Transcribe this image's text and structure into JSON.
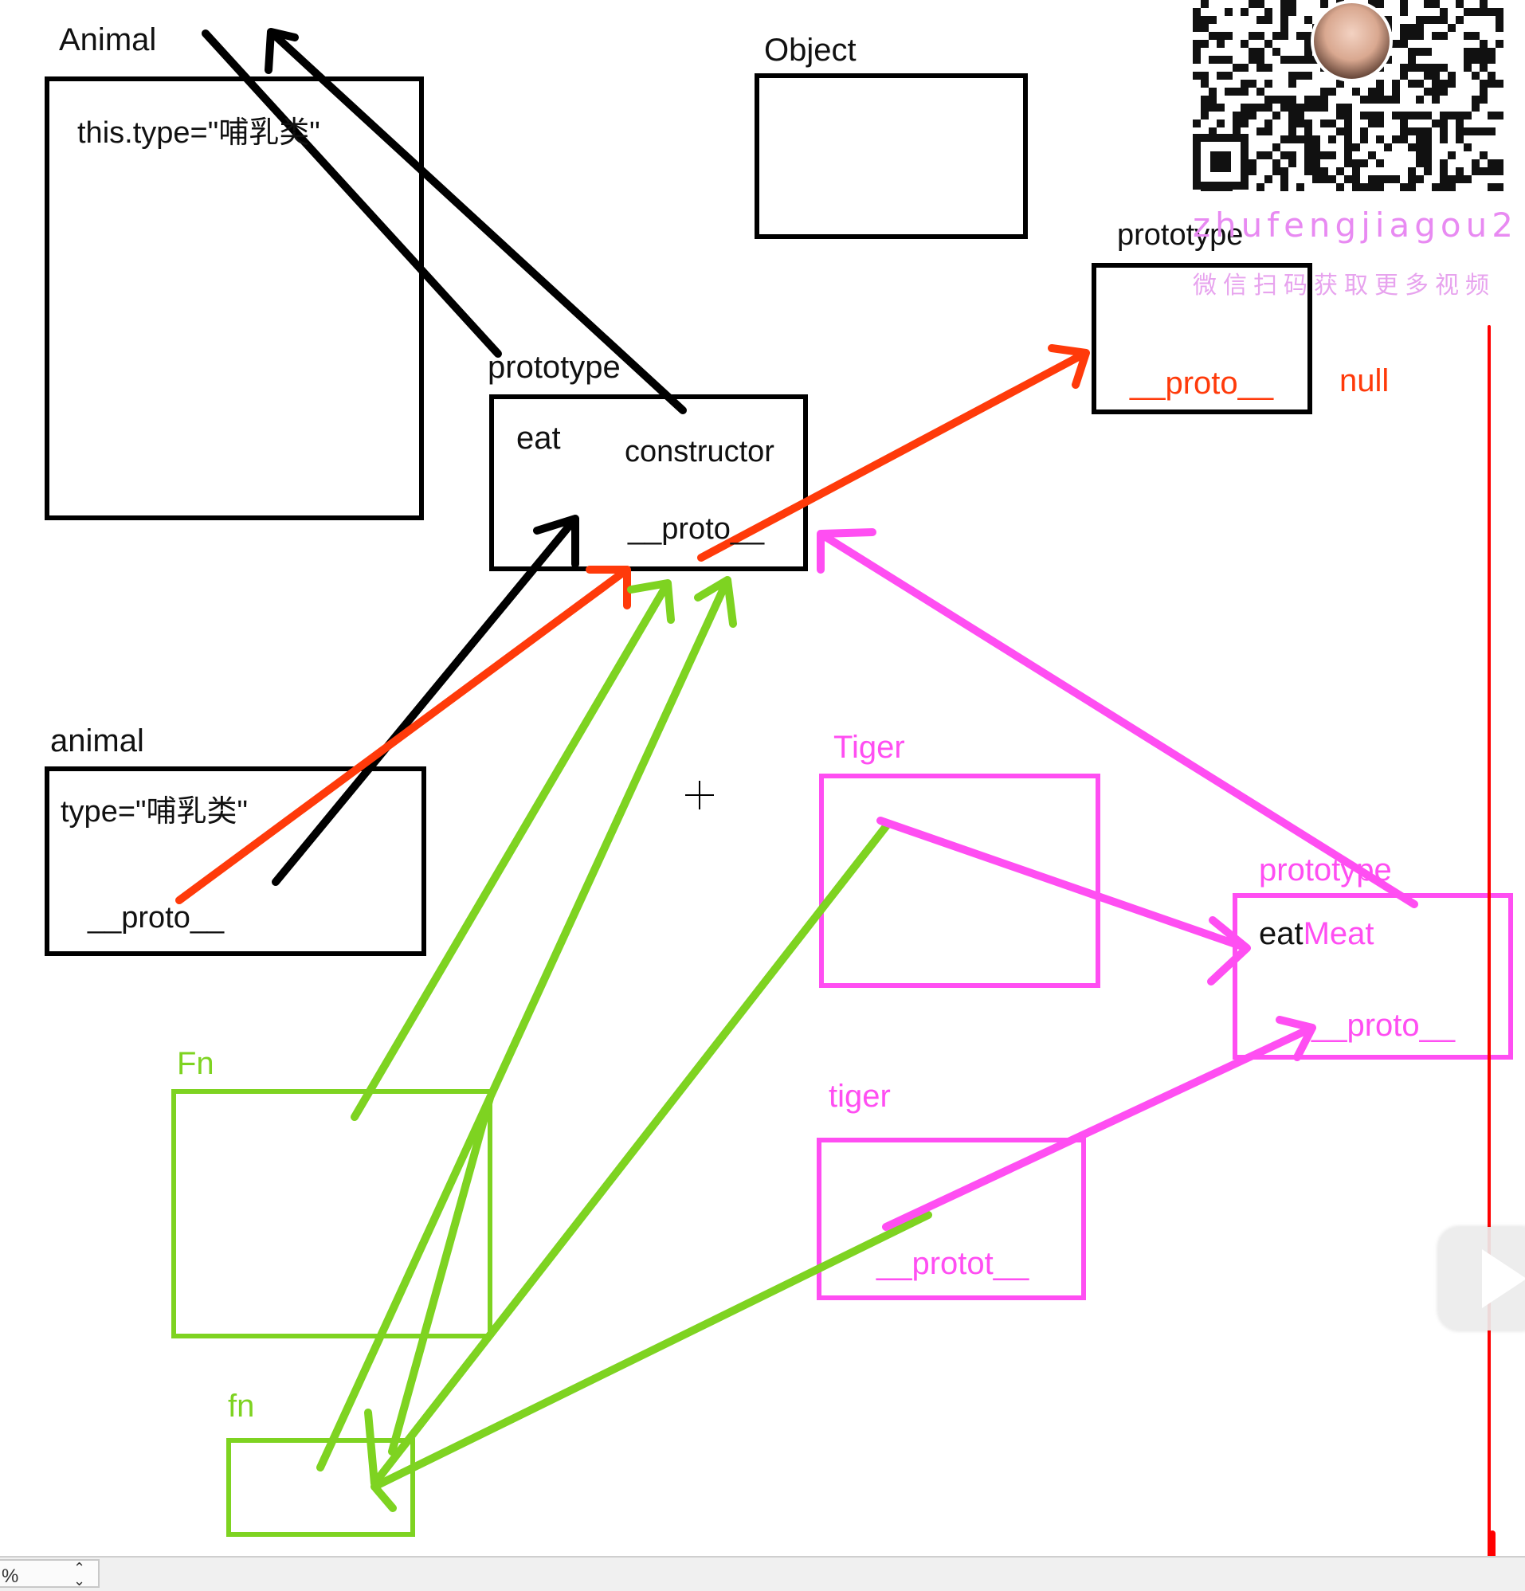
{
  "nodes": {
    "animal_ctor": {
      "label": "Animal",
      "body": "this.type=\"哺乳类\""
    },
    "object_ctor": {
      "label": "Object"
    },
    "animal_prototype": {
      "label": "prototype",
      "eat": "eat",
      "constructor": "constructor",
      "proto": "__proto__"
    },
    "object_prototype": {
      "label": "prototype",
      "proto": "__proto__",
      "null_label": "null"
    },
    "animal_instance": {
      "label": "animal",
      "type": "type=\"哺乳类\"",
      "proto": "__proto__"
    },
    "fn_ctor": {
      "label": "Fn"
    },
    "fn_instance": {
      "label": "fn"
    },
    "tiger_ctor": {
      "label": "Tiger"
    },
    "tiger_prototype": {
      "label": "prototype",
      "eat": "eat",
      "meat": "Meat",
      "proto": "__proto__"
    },
    "tiger_instance": {
      "label": "tiger",
      "proto": "__protot__"
    }
  },
  "watermark": {
    "line1": "zhufengjiagou2",
    "line2": "微信扫码获取更多视频"
  },
  "colors": {
    "black": "#000000",
    "red": "#ff3a0a",
    "green": "#7ed321",
    "pink": "#ff4ef2"
  },
  "ui": {
    "zoom_value": "%",
    "stepper_icon": "up-down-chevron-icon",
    "play_icon": "play-icon",
    "cursor_icon": "crosshair-icon"
  }
}
